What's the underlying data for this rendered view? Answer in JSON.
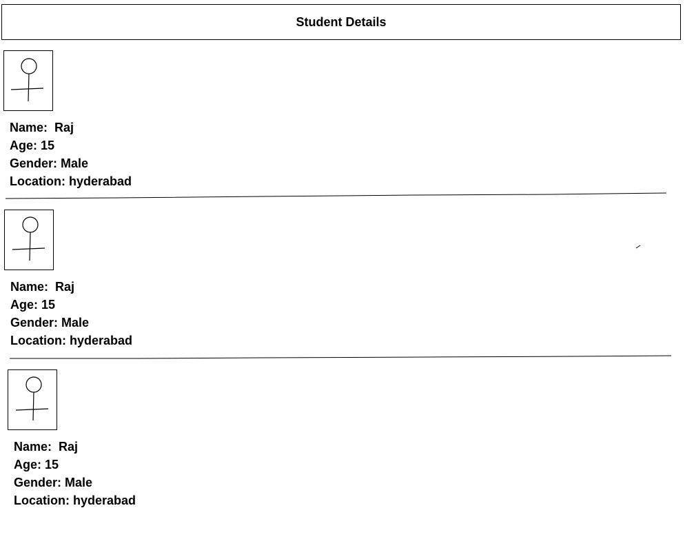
{
  "header": {
    "title": "Student Details"
  },
  "students": [
    {
      "name_label": "Name:",
      "name_value": "Raj",
      "age_label": "Age:",
      "age_value": "15",
      "gender_label": "Gender:",
      "gender_value": "Male",
      "location_label": "Location:",
      "location_value": "hyderabad",
      "avatar_icon": "person-icon"
    },
    {
      "name_label": "Name:",
      "name_value": "Raj",
      "age_label": "Age:",
      "age_value": "15",
      "gender_label": "Gender:",
      "gender_value": "Male",
      "location_label": "Location:",
      "location_value": "hyderabad",
      "avatar_icon": "person-icon"
    },
    {
      "name_label": "Name:",
      "name_value": "Raj",
      "age_label": "Age:",
      "age_value": "15",
      "gender_label": "Gender:",
      "gender_value": "Male",
      "location_label": "Location:",
      "location_value": "hyderabad",
      "avatar_icon": "person-icon"
    }
  ]
}
